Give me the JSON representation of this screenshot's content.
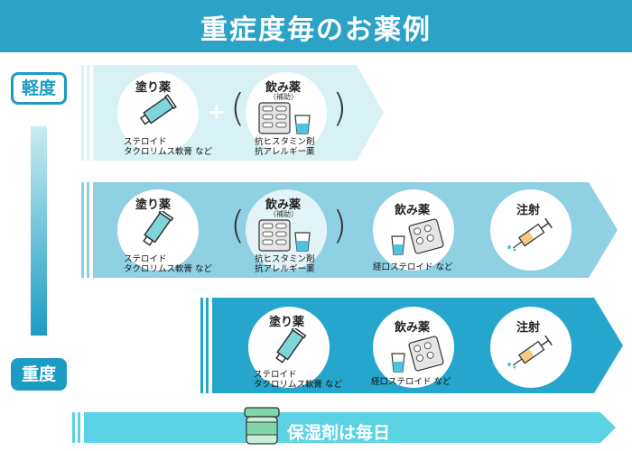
{
  "title": "重症度毎のお薬例",
  "severity": {
    "mild": "軽度",
    "severe": "重度"
  },
  "labels": {
    "topical": "塗り薬",
    "oral": "飲み薬",
    "auxiliary": "（補助）",
    "injection": "注射",
    "plus": "+",
    "paren_open": "(",
    "paren_close": ")"
  },
  "notes": {
    "topical_1": "ステロイド",
    "topical_2": "タクロリムス軟膏 など",
    "antihist_1": "抗ヒスタミン剤",
    "antihist_2": "抗アレルギー薬",
    "oral_steroid": "経口ステロイド など"
  },
  "moisturizer": "保湿剤は毎日",
  "colors": {
    "title": "#2ca3c6",
    "row1": "#d7f1f4",
    "row2": "#8fd0e3",
    "row3": "#26a6cc",
    "moist": "#5cd3e4"
  }
}
